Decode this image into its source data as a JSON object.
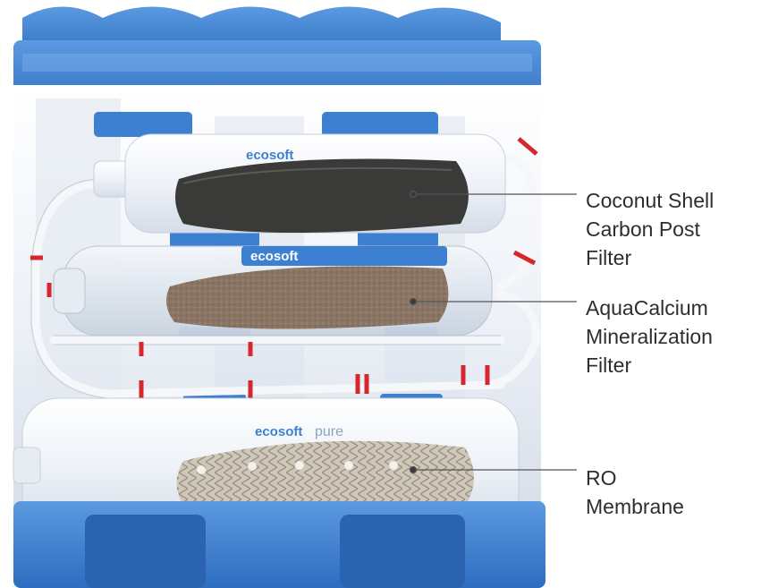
{
  "colors": {
    "frame_blue": "#3d7fd0",
    "frame_blue_dark": "#2a63b0",
    "housing_white": "#eef2f8",
    "tube_red": "#d8262e",
    "label_text": "#2e2e2e",
    "leader_line": "#555555",
    "carbon": "#3a3a38",
    "mineral": "#8a7464",
    "membrane": "#c9c2b4"
  },
  "filters": [
    {
      "brand": "ecosoft",
      "lines": [
        "Coconut Shell",
        "Carbon Post",
        "Filter"
      ]
    },
    {
      "brand": "ecosoft",
      "lines": [
        "AquaCalcium",
        "Mineralization",
        "Filter"
      ]
    },
    {
      "brand": "ecosoft",
      "model": "pure",
      "lines": [
        "RO",
        "Membrane"
      ]
    }
  ]
}
